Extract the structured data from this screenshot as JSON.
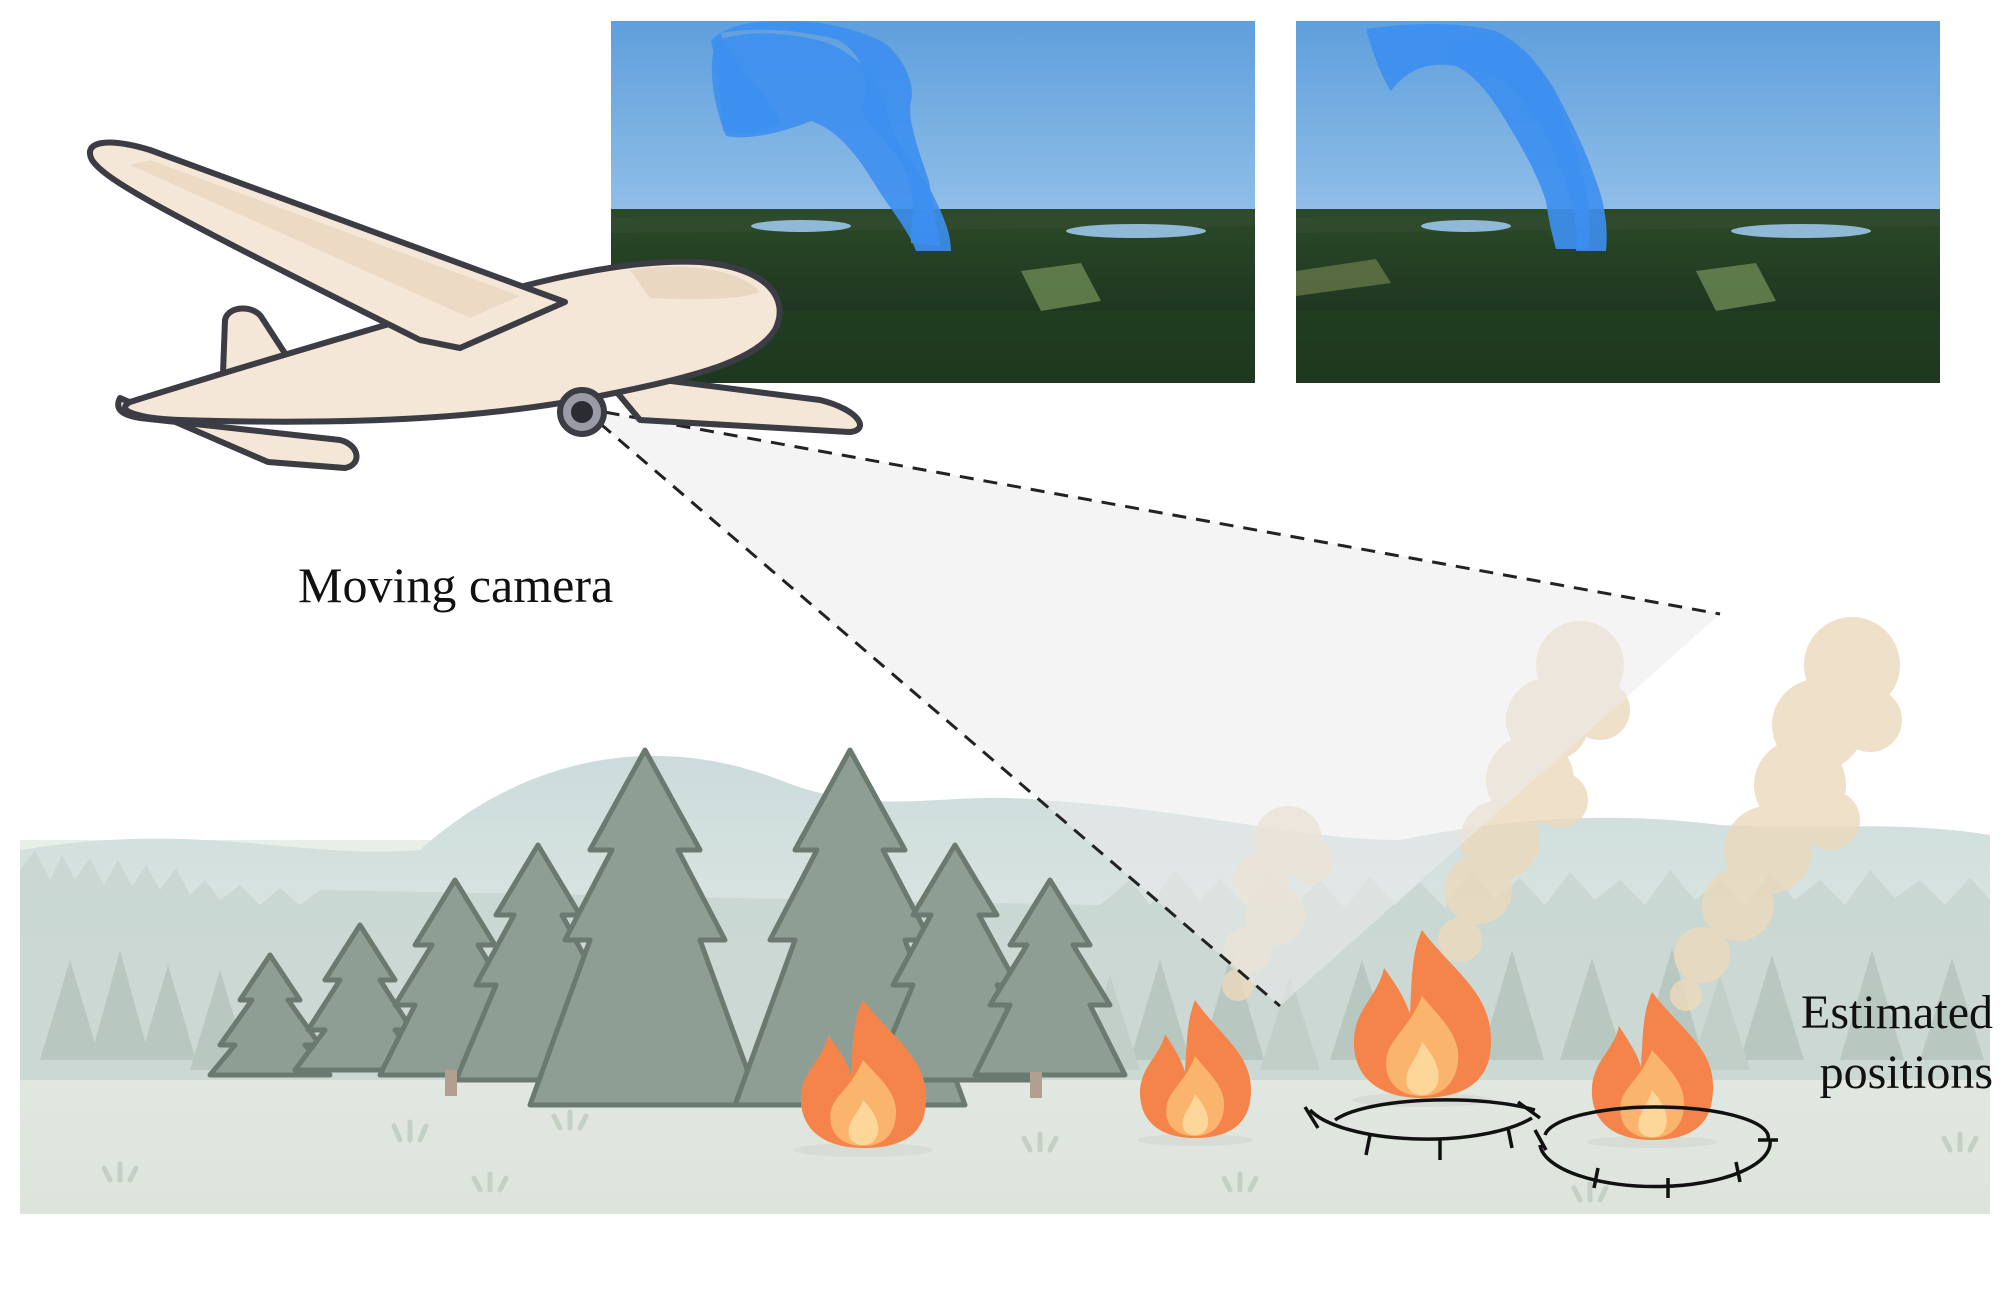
{
  "labels": {
    "camera": "Moving camera",
    "estimate_line1": "Estimated",
    "estimate_line2": "positions"
  },
  "icons": {
    "aircraft": "aircraft-icon",
    "camera": "camera-lens-icon",
    "tree": "tree-icon",
    "fire": "fire-icon",
    "smoke": "smoke-plume-icon"
  },
  "colors": {
    "smoke_mask": "#3d8ff0",
    "sky": "#9ec9ef",
    "forest": "#1f3a1c",
    "lake": "#8fb9d6",
    "tree_fill": "#8f9e94",
    "tree_stroke": "#6b7a70",
    "flame_outer": "#f4844a",
    "flame_inner": "#fdd79a",
    "smoke": "#ecd9bc",
    "aircraft_fill": "#f4e7d7",
    "aircraft_stroke": "#3c3c44",
    "ground": "#e3e9e2"
  }
}
